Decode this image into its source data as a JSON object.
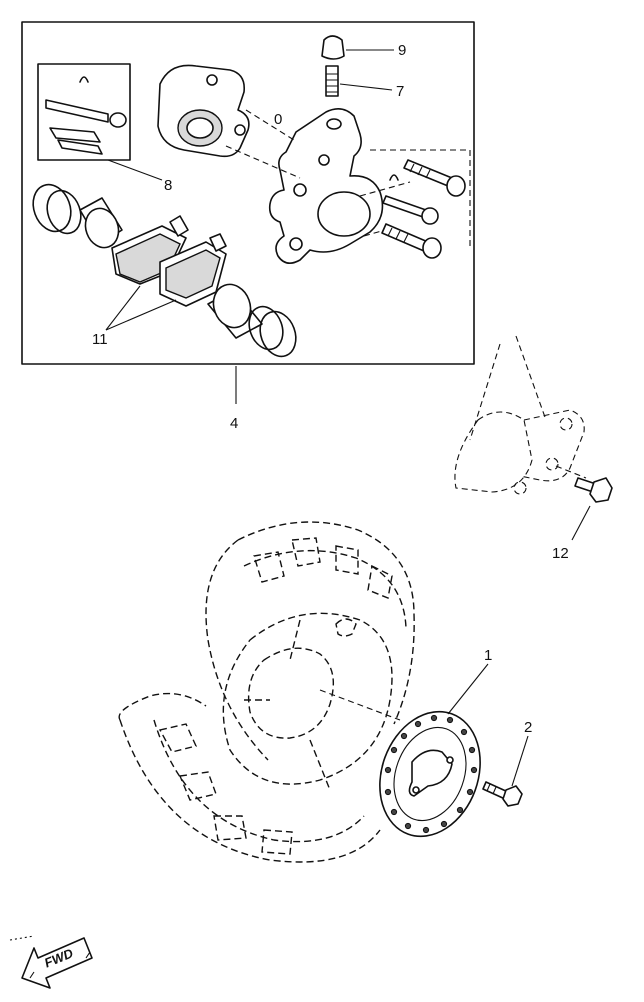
{
  "callouts": {
    "c1": "1",
    "c2": "2",
    "c4": "4",
    "c7": "7",
    "c8": "8",
    "c9": "9",
    "c11": "11",
    "c12": "12"
  },
  "fwd_label": "FWD",
  "colors": {
    "ink": "#111111",
    "background": "#ffffff"
  }
}
